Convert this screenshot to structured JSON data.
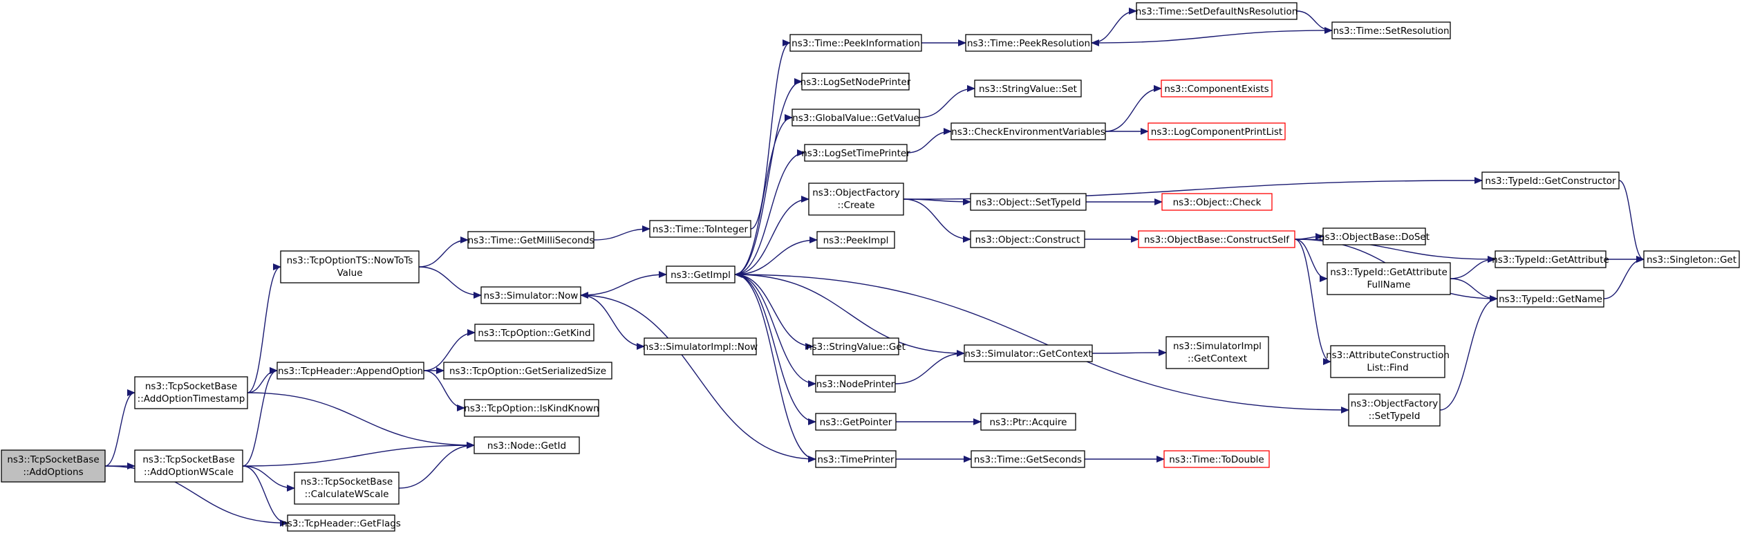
{
  "colors": {
    "edge": "#191970",
    "root_fill": "#bfbfbf",
    "truncated_border": "#ff0000",
    "node_border": "#000000"
  },
  "nodes": [
    {
      "id": "root",
      "lines": [
        "ns3::TcpSocketBase",
        "::AddOptions"
      ],
      "style": "root"
    },
    {
      "id": "ots",
      "lines": [
        "ns3::TcpSocketBase",
        "::AddOptionTimestamp"
      ]
    },
    {
      "id": "ows",
      "lines": [
        "ns3::TcpSocketBase",
        "::AddOptionWScale"
      ]
    },
    {
      "id": "gflags",
      "lines": [
        "ns3::TcpHeader::GetFlags"
      ]
    },
    {
      "id": "nowtots",
      "lines": [
        "ns3::TcpOptionTS::NowToTs",
        "Value"
      ]
    },
    {
      "id": "appendopt",
      "lines": [
        "ns3::TcpHeader::AppendOption"
      ]
    },
    {
      "id": "nodeid",
      "lines": [
        "ns3::Node::GetId"
      ]
    },
    {
      "id": "calcws",
      "lines": [
        "ns3::TcpSocketBase",
        "::CalculateWScale"
      ]
    },
    {
      "id": "getms",
      "lines": [
        "ns3::Time::GetMilliSeconds"
      ]
    },
    {
      "id": "simnow",
      "lines": [
        "ns3::Simulator::Now"
      ]
    },
    {
      "id": "getkind",
      "lines": [
        "ns3::TcpOption::GetKind"
      ]
    },
    {
      "id": "getser",
      "lines": [
        "ns3::TcpOption::GetSerializedSize"
      ]
    },
    {
      "id": "iskind",
      "lines": [
        "ns3::TcpOption::IsKindKnown"
      ]
    },
    {
      "id": "toint",
      "lines": [
        "ns3::Time::ToInteger"
      ]
    },
    {
      "id": "getimpl",
      "lines": [
        "ns3::GetImpl"
      ]
    },
    {
      "id": "simimplnow",
      "lines": [
        "ns3::SimulatorImpl::Now"
      ]
    },
    {
      "id": "peekinfo",
      "lines": [
        "ns3::Time::PeekInformation"
      ]
    },
    {
      "id": "lognode",
      "lines": [
        "ns3::LogSetNodePrinter"
      ]
    },
    {
      "id": "gvget",
      "lines": [
        "ns3::GlobalValue::GetValue"
      ]
    },
    {
      "id": "logtime",
      "lines": [
        "ns3::LogSetTimePrinter"
      ]
    },
    {
      "id": "ofcreate",
      "lines": [
        "ns3::ObjectFactory",
        "::Create"
      ]
    },
    {
      "id": "peekimpl",
      "lines": [
        "ns3::PeekImpl"
      ]
    },
    {
      "id": "svget",
      "lines": [
        "ns3::StringValue::Get"
      ]
    },
    {
      "id": "nodeprinter",
      "lines": [
        "ns3::NodePrinter"
      ]
    },
    {
      "id": "getpointer",
      "lines": [
        "ns3::GetPointer"
      ]
    },
    {
      "id": "timeprinter",
      "lines": [
        "ns3::TimePrinter"
      ]
    },
    {
      "id": "peekres",
      "lines": [
        "ns3::Time::PeekResolution"
      ]
    },
    {
      "id": "svset",
      "lines": [
        "ns3::StringValue::Set"
      ]
    },
    {
      "id": "checkenv",
      "lines": [
        "ns3::CheckEnvironmentVariables"
      ]
    },
    {
      "id": "setobjtid",
      "lines": [
        "ns3::Object::SetTypeId"
      ]
    },
    {
      "id": "objconstruct",
      "lines": [
        "ns3::Object::Construct"
      ]
    },
    {
      "id": "simctx",
      "lines": [
        "ns3::Simulator::GetContext"
      ]
    },
    {
      "id": "ptracq",
      "lines": [
        "ns3::Ptr::Acquire"
      ]
    },
    {
      "id": "getsecs",
      "lines": [
        "ns3::Time::GetSeconds"
      ]
    },
    {
      "id": "setdefres",
      "lines": [
        "ns3::Time::SetDefaultNsResolution"
      ]
    },
    {
      "id": "setres",
      "lines": [
        "ns3::Time::SetResolution"
      ]
    },
    {
      "id": "compexists",
      "lines": [
        "ns3::ComponentExists"
      ],
      "style": "truncated"
    },
    {
      "id": "logcomplist",
      "lines": [
        "ns3::LogComponentPrintList"
      ],
      "style": "truncated"
    },
    {
      "id": "objcheck",
      "lines": [
        "ns3::Object::Check"
      ],
      "style": "truncated"
    },
    {
      "id": "constructself",
      "lines": [
        "ns3::ObjectBase::ConstructSelf"
      ],
      "style": "truncated"
    },
    {
      "id": "simimplctx",
      "lines": [
        "ns3::SimulatorImpl",
        "::GetContext"
      ]
    },
    {
      "id": "todouble",
      "lines": [
        "ns3::Time::ToDouble"
      ],
      "style": "truncated"
    },
    {
      "id": "doset",
      "lines": [
        "ns3::ObjectBase::DoSet"
      ]
    },
    {
      "id": "getattrfull",
      "lines": [
        "ns3::TypeId::GetAttribute",
        "FullName"
      ]
    },
    {
      "id": "attrfind",
      "lines": [
        "ns3::AttributeConstruction",
        "List::Find"
      ]
    },
    {
      "id": "ofsettid",
      "lines": [
        "ns3::ObjectFactory",
        "::SetTypeId"
      ]
    },
    {
      "id": "tidgetctor",
      "lines": [
        "ns3::TypeId::GetConstructor"
      ]
    },
    {
      "id": "tidgetattr",
      "lines": [
        "ns3::TypeId::GetAttribute"
      ]
    },
    {
      "id": "tidgetname",
      "lines": [
        "ns3::TypeId::GetName"
      ]
    },
    {
      "id": "singleton",
      "lines": [
        "ns3::Singleton::Get"
      ]
    }
  ],
  "edges": [
    [
      "root",
      "ots"
    ],
    [
      "root",
      "ows"
    ],
    [
      "root",
      "gflags"
    ],
    [
      "ots",
      "nowtots"
    ],
    [
      "ots",
      "appendopt"
    ],
    [
      "ots",
      "nodeid"
    ],
    [
      "ows",
      "appendopt"
    ],
    [
      "ows",
      "nodeid"
    ],
    [
      "ows",
      "calcws"
    ],
    [
      "ows",
      "gflags"
    ],
    [
      "calcws",
      "nodeid"
    ],
    [
      "nowtots",
      "getms"
    ],
    [
      "nowtots",
      "simnow"
    ],
    [
      "appendopt",
      "getkind"
    ],
    [
      "appendopt",
      "getser"
    ],
    [
      "appendopt",
      "iskind"
    ],
    [
      "getms",
      "toint"
    ],
    [
      "toint",
      "peekinfo"
    ],
    [
      "simnow",
      "getimpl"
    ],
    [
      "simnow",
      "simimplnow"
    ],
    [
      "getimpl",
      "lognode"
    ],
    [
      "getimpl",
      "gvget"
    ],
    [
      "getimpl",
      "logtime"
    ],
    [
      "getimpl",
      "ofcreate"
    ],
    [
      "getimpl",
      "peekimpl"
    ],
    [
      "getimpl",
      "svget"
    ],
    [
      "getimpl",
      "nodeprinter"
    ],
    [
      "getimpl",
      "getpointer"
    ],
    [
      "getimpl",
      "timeprinter"
    ],
    [
      "getimpl",
      "ofsettid"
    ],
    [
      "peekinfo",
      "peekres"
    ],
    [
      "peekres",
      "setdefres"
    ],
    [
      "setdefres",
      "setres"
    ],
    [
      "setres",
      "peekres"
    ],
    [
      "gvget",
      "svset"
    ],
    [
      "logtime",
      "checkenv"
    ],
    [
      "checkenv",
      "compexists"
    ],
    [
      "checkenv",
      "logcomplist"
    ],
    [
      "ofcreate",
      "tidgetctor"
    ],
    [
      "ofcreate",
      "setobjtid"
    ],
    [
      "ofcreate",
      "objconstruct"
    ],
    [
      "setobjtid",
      "objcheck"
    ],
    [
      "objconstruct",
      "constructself"
    ],
    [
      "constructself",
      "doset"
    ],
    [
      "constructself",
      "getattrfull"
    ],
    [
      "constructself",
      "attrfind"
    ],
    [
      "constructself",
      "tidgetattr"
    ],
    [
      "constructself",
      "tidgetname"
    ],
    [
      "getattrfull",
      "tidgetattr"
    ],
    [
      "getattrfull",
      "tidgetname"
    ],
    [
      "tidgetctor",
      "singleton"
    ],
    [
      "tidgetattr",
      "singleton"
    ],
    [
      "tidgetname",
      "singleton"
    ],
    [
      "simctx",
      "getimpl"
    ],
    [
      "simctx",
      "simimplctx"
    ],
    [
      "nodeprinter",
      "simctx"
    ],
    [
      "getpointer",
      "ptracq"
    ],
    [
      "timeprinter",
      "simnow"
    ],
    [
      "timeprinter",
      "getsecs"
    ],
    [
      "getsecs",
      "todouble"
    ],
    [
      "ofsettid",
      "tidgetname"
    ]
  ]
}
